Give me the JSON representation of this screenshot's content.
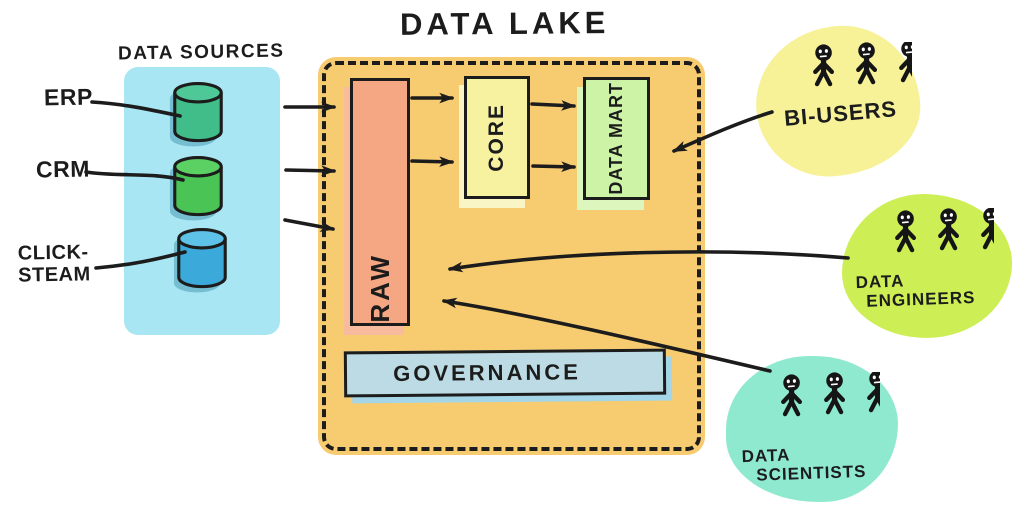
{
  "title": "DATA LAKE",
  "data_sources": {
    "heading": "DATA SOURCES",
    "panel_color": "#a7e6f2",
    "items": [
      {
        "label": "ERP",
        "color": "#41bd8a",
        "top_color": "#4fc897"
      },
      {
        "label": "CRM",
        "color": "#4ac455",
        "top_color": "#5bd164"
      },
      {
        "label": "CLICK-STEAM",
        "lines": [
          "CLICK-",
          "STEAM"
        ],
        "color": "#3ba9da",
        "top_color": "#5ec2e8"
      }
    ]
  },
  "lake": {
    "fill_color": "#f7cb6f",
    "zones": [
      {
        "label": "RAW",
        "color": "#f4a782"
      },
      {
        "label": "CORE",
        "color": "#f7f2a0"
      },
      {
        "label": "DATA MART",
        "color": "#ccf3a6"
      }
    ],
    "governance": {
      "label": "GOVERNANCE",
      "color": "#bcdbe4"
    }
  },
  "users": [
    {
      "name": "bi-users",
      "lines": [
        "BI-USERS"
      ],
      "color": "#f7f198"
    },
    {
      "name": "data-engineers",
      "lines": [
        "DATA",
        "ENGINEERS"
      ],
      "color": "#cdee55"
    },
    {
      "name": "data-scientists",
      "lines": [
        "DATA",
        "SCIENTISTS"
      ],
      "color": "#8fe9cf"
    }
  ],
  "flows": [
    {
      "from": "ERP",
      "to": "RAW"
    },
    {
      "from": "CRM",
      "to": "RAW"
    },
    {
      "from": "CLICK-STEAM",
      "to": "RAW"
    },
    {
      "from": "RAW",
      "to": "CORE"
    },
    {
      "from": "CORE",
      "to": "DATA MART"
    },
    {
      "from": "BI-USERS",
      "to": "DATA MART"
    },
    {
      "from": "DATA ENGINEERS",
      "to": "RAW"
    },
    {
      "from": "DATA SCIENTISTS",
      "to": "RAW"
    }
  ],
  "ink_color": "#1c1c1c"
}
